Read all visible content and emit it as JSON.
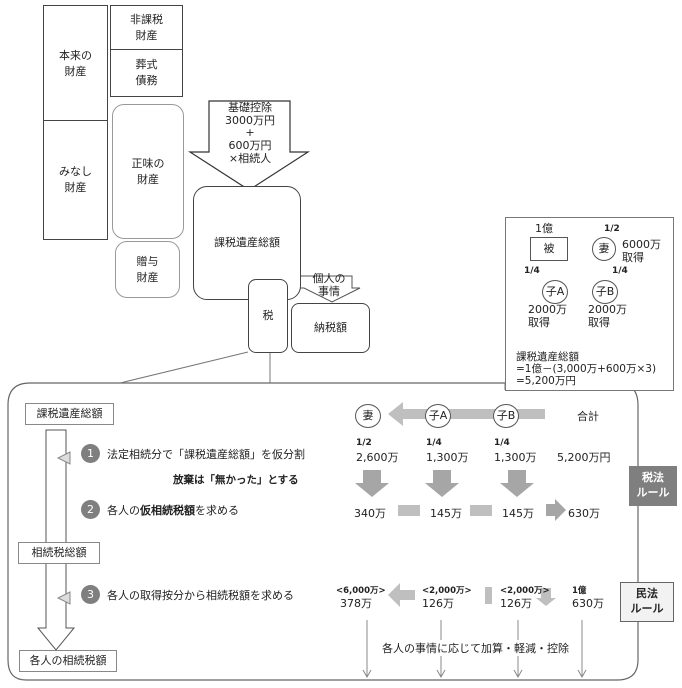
{
  "top": {
    "honrai": "本来の\n財産",
    "hikazei": "非課税\n財産",
    "sosiki": "葬式\n債務",
    "minashi": "みなし\n財産",
    "shomi": "正味の\n財産",
    "zoyo": "贈与\n財産",
    "kiso_arrow": "基礎控除\n3000万円\n+\n600万円\n×相続人",
    "kazei_total": "課税遺産総額",
    "zei": "税",
    "kojin_arrow": "個人の\n事情",
    "nozei": "納税額"
  },
  "example": {
    "amount": "1億",
    "hi": "被",
    "tsuma": "妻",
    "frac_tsuma": "1/2",
    "frac_a": "1/4",
    "frac_b": "1/4",
    "tsuma_get": "6000万\n取得",
    "child_a": "子A",
    "child_b": "子B",
    "a_get": "2000万\n取得",
    "b_get": "2000万\n取得",
    "calc": "課税遺産総額\n=1億－(3,000万+600万×3)\n=5,200万円"
  },
  "flow": {
    "kazei_label": "課税遺産総額",
    "souzoku_label": "相続税総額",
    "kakujin_label": "各人の相続税額",
    "step1_num": "1",
    "step1_text": "法定相続分で「課税遺産総額」を仮分割",
    "step1_note": "放棄は「無かった」とする",
    "step2_num": "2",
    "step2_pre": "各人の",
    "step2_bold": "仮相続税額",
    "step2_post": "を求める",
    "step3_num": "3",
    "step3_text": "各人の取得按分から相続税額を求める",
    "zeiho": "税法\nルール",
    "minpo": "民法\nルール",
    "adjust": "各人の事情に応じて加算・軽減・控除"
  },
  "table": {
    "h_tsuma": "妻",
    "h_a": "子A",
    "h_b": "子B",
    "h_total": "合計",
    "f_tsuma": "1/2",
    "f_a": "1/4",
    "f_b": "1/4",
    "v_tsuma": "2,600万",
    "v_a": "1,300万",
    "v_b": "1,300万",
    "v_total": "5,200万円",
    "t_tsuma": "340万",
    "t_a": "145万",
    "t_b": "145万",
    "t_total": "630万",
    "s_tsuma": "<6,000万>",
    "s_a": "<2,000万>",
    "s_b": "<2,000万>",
    "s_total": "1億",
    "r_tsuma": "378万",
    "r_a": "126万",
    "r_b": "126万",
    "r_total": "630万"
  }
}
